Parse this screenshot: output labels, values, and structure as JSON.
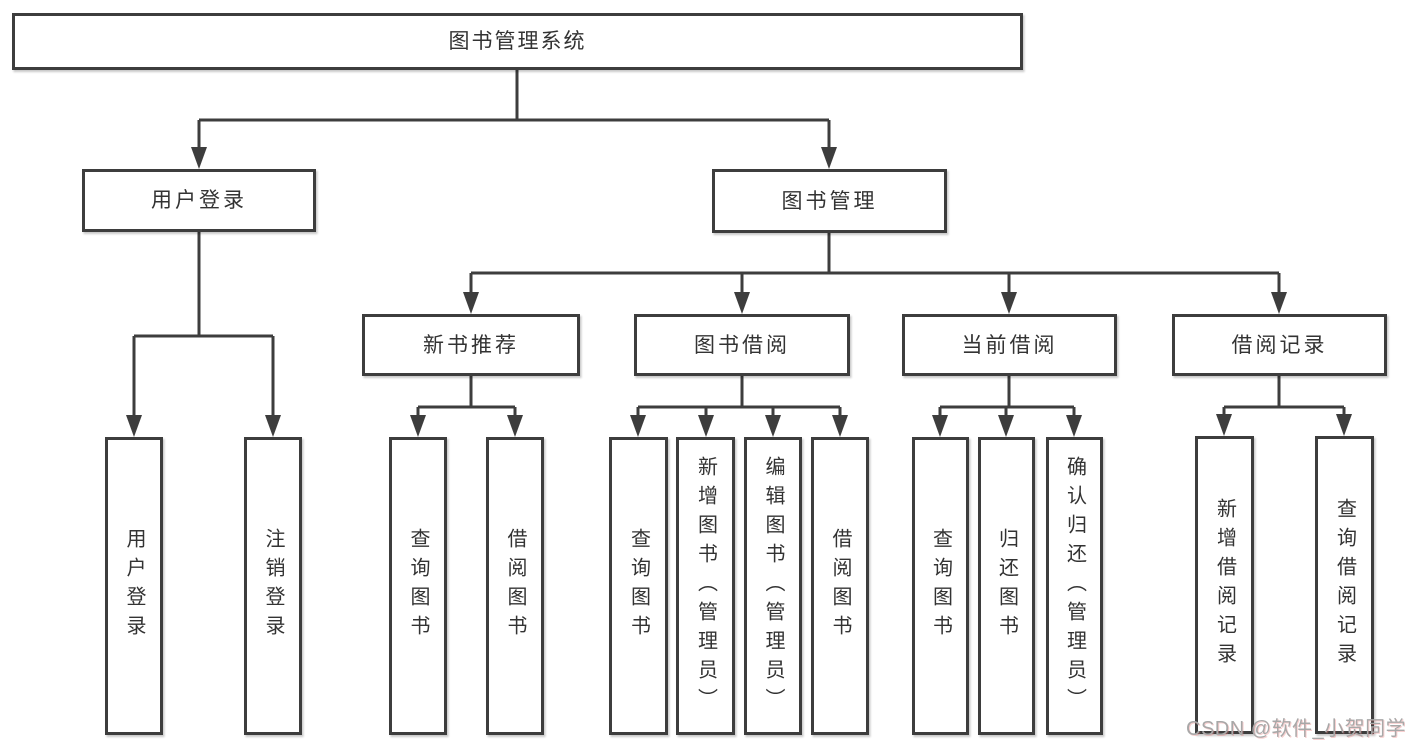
{
  "colors": {
    "line": "#3d3d3d",
    "box_border": "#3d3d3d",
    "text": "#333333",
    "watermark": "#a8a8a8",
    "background": "#ffffff"
  },
  "watermark": {
    "text": "CSDN @软件_小贺同学"
  },
  "tree": {
    "label": "图书管理系统",
    "children": [
      {
        "label": "用户登录",
        "children": [
          {
            "label": "用户登录"
          },
          {
            "label": "注销登录"
          }
        ]
      },
      {
        "label": "图书管理",
        "children": [
          {
            "label": "新书推荐",
            "children": [
              {
                "label": "查询图书"
              },
              {
                "label": "借阅图书"
              }
            ]
          },
          {
            "label": "图书借阅",
            "children": [
              {
                "label": "查询图书"
              },
              {
                "label": "新增图书（管理员）"
              },
              {
                "label": "编辑图书（管理员）"
              },
              {
                "label": "借阅图书"
              }
            ]
          },
          {
            "label": "当前借阅",
            "children": [
              {
                "label": "查询图书"
              },
              {
                "label": "归还图书"
              },
              {
                "label": "确认归还（管理员）"
              }
            ]
          },
          {
            "label": "借阅记录",
            "children": [
              {
                "label": "新增借阅记录"
              },
              {
                "label": "查询借阅记录"
              }
            ]
          }
        ]
      }
    ]
  }
}
